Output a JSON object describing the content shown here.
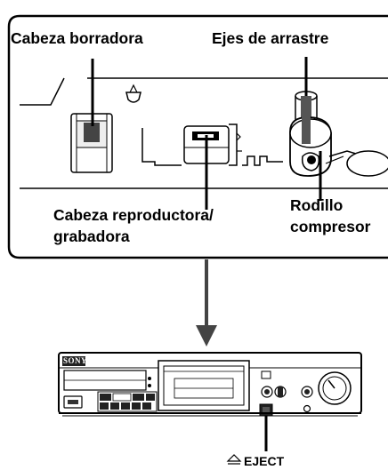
{
  "labels": {
    "erase_head": "Cabeza borradora",
    "capstans": "Ejes de arrastre",
    "rec_play_head_line1": "Cabeza reproductora/",
    "rec_play_head_line2": "grabadora",
    "pinch_roller_line1": "Rodillo",
    "pinch_roller_line2": "compresor"
  },
  "deck": {
    "brand": "SONY",
    "eject_label": "EJECT"
  },
  "icons": {
    "eject": "eject-icon",
    "arrow": "arrow-down-icon"
  }
}
